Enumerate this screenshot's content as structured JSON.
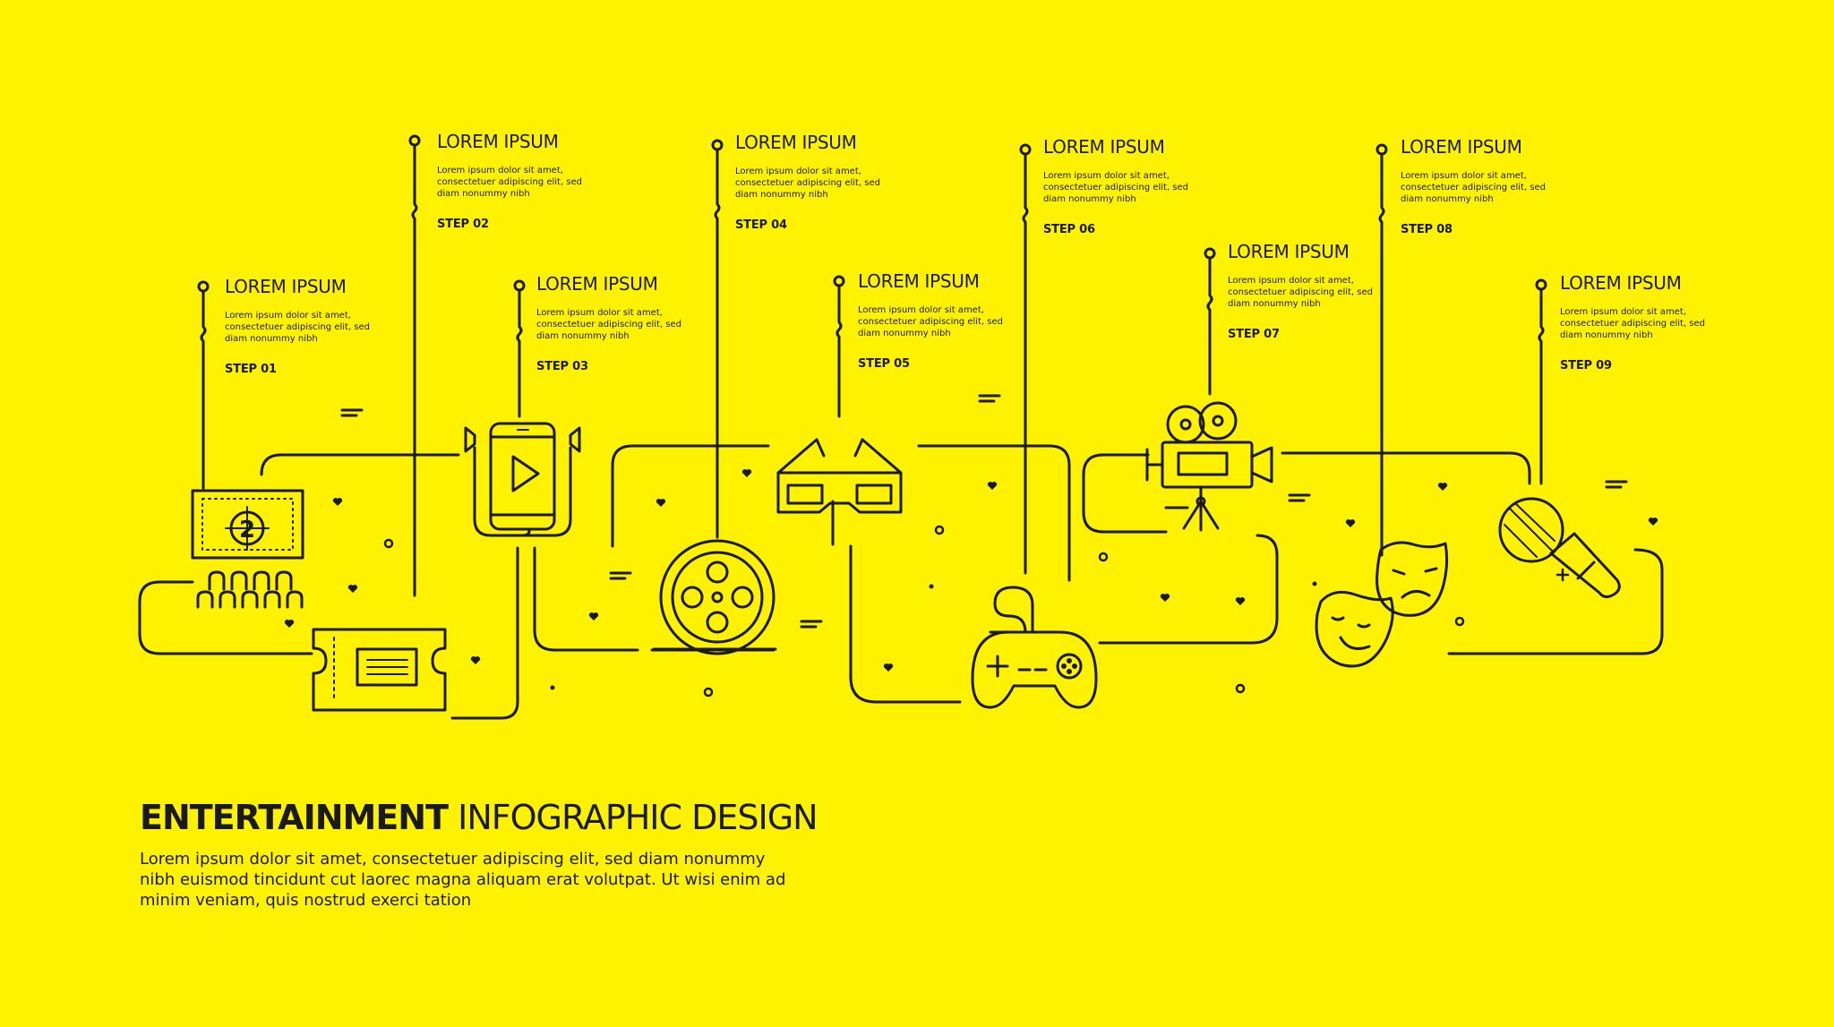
{
  "heading": {
    "strong": "ENTERTAINMENT",
    "light": "INFOGRAPHIC DESIGN"
  },
  "body": "Lorem ipsum dolor sit amet, consectetuer adipiscing elit, sed diam nonummy nibh euismod tincidunt cut laorec  magna aliquam erat volutpat. Ut wisi enim ad minim veniam, quis nostrud exerci tation",
  "colors": {
    "background": "#FFF200",
    "ink": "#1a1a1a"
  },
  "steps": [
    {
      "title": "LOREM IPSUM",
      "desc": "Lorem ipsum dolor sit amet, consectetuer adipiscing elit, sed diam nonummy nibh",
      "label": "STEP 01",
      "icon": "cinema-screen-icon"
    },
    {
      "title": "LOREM IPSUM",
      "desc": "Lorem ipsum dolor sit amet, consectetuer adipiscing elit, sed diam nonummy nibh",
      "label": "STEP 02",
      "icon": "ticket-icon"
    },
    {
      "title": "LOREM IPSUM",
      "desc": "Lorem ipsum dolor sit amet, consectetuer adipiscing elit, sed diam nonummy nibh",
      "label": "STEP 03",
      "icon": "smartphone-video-icon"
    },
    {
      "title": "LOREM IPSUM",
      "desc": "Lorem ipsum dolor sit amet, consectetuer adipiscing elit, sed diam nonummy nibh",
      "label": "STEP 04",
      "icon": "film-reel-icon"
    },
    {
      "title": "LOREM IPSUM",
      "desc": "Lorem ipsum dolor sit amet, consectetuer adipiscing elit, sed diam nonummy nibh",
      "label": "STEP 05",
      "icon": "3d-glasses-icon"
    },
    {
      "title": "LOREM IPSUM",
      "desc": "Lorem ipsum dolor sit amet, consectetuer adipiscing elit, sed diam nonummy nibh",
      "label": "STEP 06",
      "icon": "gamepad-icon"
    },
    {
      "title": "LOREM IPSUM",
      "desc": "Lorem ipsum dolor sit amet, consectetuer adipiscing elit, sed diam nonummy nibh",
      "label": "STEP 07",
      "icon": "movie-camera-icon"
    },
    {
      "title": "LOREM IPSUM",
      "desc": "Lorem ipsum dolor sit amet, consectetuer adipiscing elit, sed diam nonummy nibh",
      "label": "STEP 08",
      "icon": "theater-masks-icon"
    },
    {
      "title": "LOREM IPSUM",
      "desc": "Lorem ipsum dolor sit amet, consectetuer adipiscing elit, sed diam nonummy nibh",
      "label": "STEP 09",
      "icon": "microphone-icon"
    }
  ]
}
